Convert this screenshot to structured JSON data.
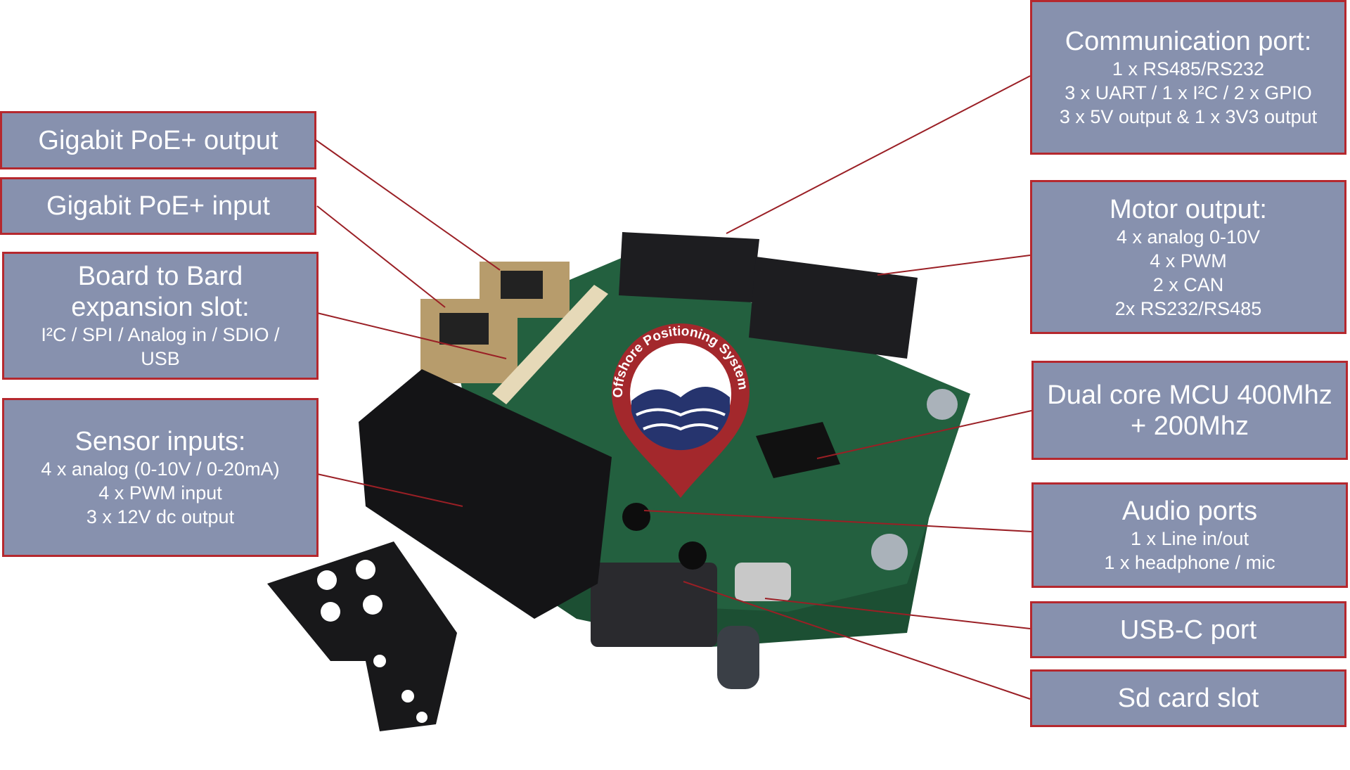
{
  "logo_text": "Offshore Positioning Systems",
  "colors": {
    "box_fill": "#8791ae",
    "box_border": "#b5282e",
    "leader_line": "#9a1f25",
    "pcb": "#1f5a3a"
  },
  "left_labels": [
    {
      "title": "Gigabit PoE+ output",
      "lines": []
    },
    {
      "title": "Gigabit PoE+ input",
      "lines": []
    },
    {
      "title": "Board to Bard expansion slot:",
      "lines": [
        "I²C / SPI / Analog in / SDIO / USB"
      ]
    },
    {
      "title": "Sensor inputs:",
      "lines": [
        "4 x analog (0-10V / 0-20mA)",
        "4 x PWM input",
        "3 x 12V dc output"
      ]
    }
  ],
  "right_labels": [
    {
      "title": "Communication port:",
      "lines": [
        "1 x RS485/RS232",
        "3 x UART / 1 x I²C / 2 x GPIO",
        "3 x 5V output & 1 x 3V3 output"
      ]
    },
    {
      "title": "Motor output:",
      "lines": [
        "4 x analog 0-10V",
        "4 x PWM",
        "2 x CAN",
        "2x RS232/RS485"
      ]
    },
    {
      "title": "Dual core MCU 400Mhz + 200Mhz",
      "lines": []
    },
    {
      "title": "Audio ports",
      "lines": [
        "1 x Line in/out",
        "1 x headphone / mic"
      ]
    },
    {
      "title": "USB-C port",
      "lines": []
    },
    {
      "title": "Sd card slot",
      "lines": []
    }
  ]
}
